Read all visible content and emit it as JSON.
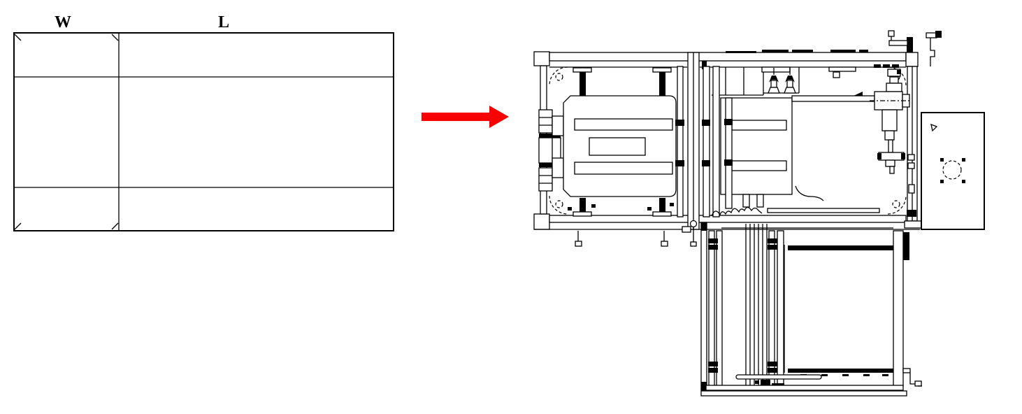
{
  "labels": {
    "width": "W",
    "length": "L"
  },
  "arrow": {
    "color": "#fb0000",
    "direction": "right"
  },
  "colors": {
    "line": "#000000",
    "background": "#ffffff"
  }
}
